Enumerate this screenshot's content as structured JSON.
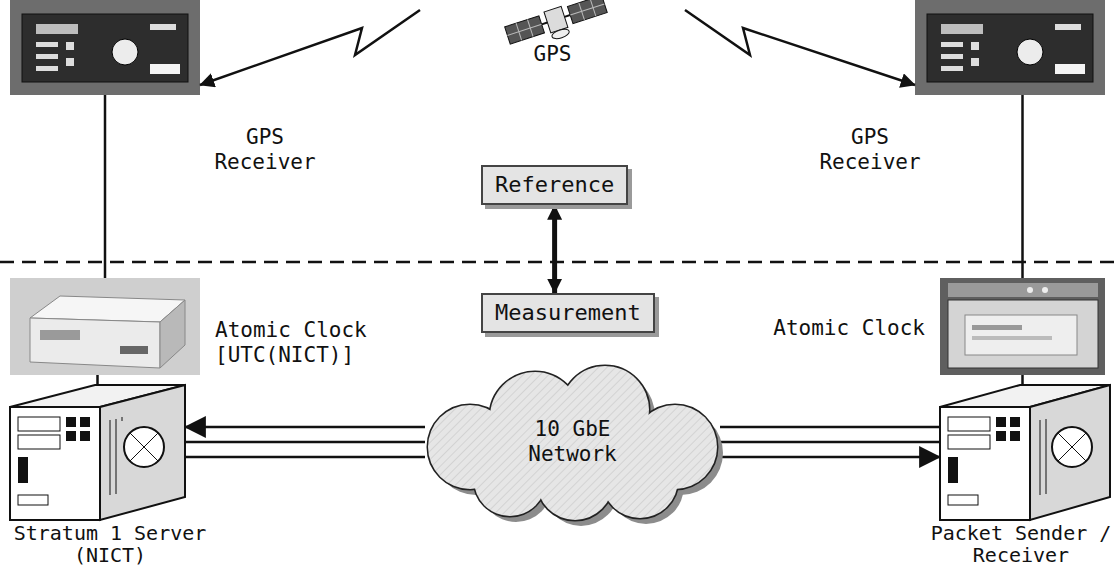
{
  "diagram": {
    "nodes": [
      {
        "text": [
          "GPS"
        ]
      },
      {
        "text": [
          "GPS Receiver"
        ]
      },
      {
        "text": [
          "GPS Receiver"
        ]
      },
      {
        "text": [
          "Reference"
        ]
      },
      {
        "text": [
          "Atomic Clock [UTC(NICT)]"
        ]
      },
      {
        "text": [
          "Measurement"
        ]
      },
      {
        "text": [
          "Atomic Clock"
        ]
      },
      {
        "text": [
          "10 GbE Network"
        ]
      },
      {
        "text": [
          "Stratum 1 Server (NICT)"
        ]
      },
      {
        "text": [
          "Packet Sender / Receiver"
        ]
      }
    ],
    "edges": [
      {
        "from": 0,
        "to": 1,
        "arrow": "to"
      },
      {
        "from": 0,
        "to": 2,
        "arrow": "to"
      },
      {
        "from": 1,
        "to": 4,
        "arrow": "none"
      },
      {
        "from": 2,
        "to": 6,
        "arrow": "none"
      },
      {
        "from": 3,
        "to": 5,
        "arrow": "both"
      },
      {
        "from": 4,
        "to": 8,
        "arrow": "none"
      },
      {
        "from": 6,
        "to": 9,
        "arrow": "none"
      },
      {
        "from": 7,
        "to": 8,
        "arrow": "to"
      },
      {
        "from": 7,
        "to": 9,
        "arrow": "to"
      }
    ]
  }
}
